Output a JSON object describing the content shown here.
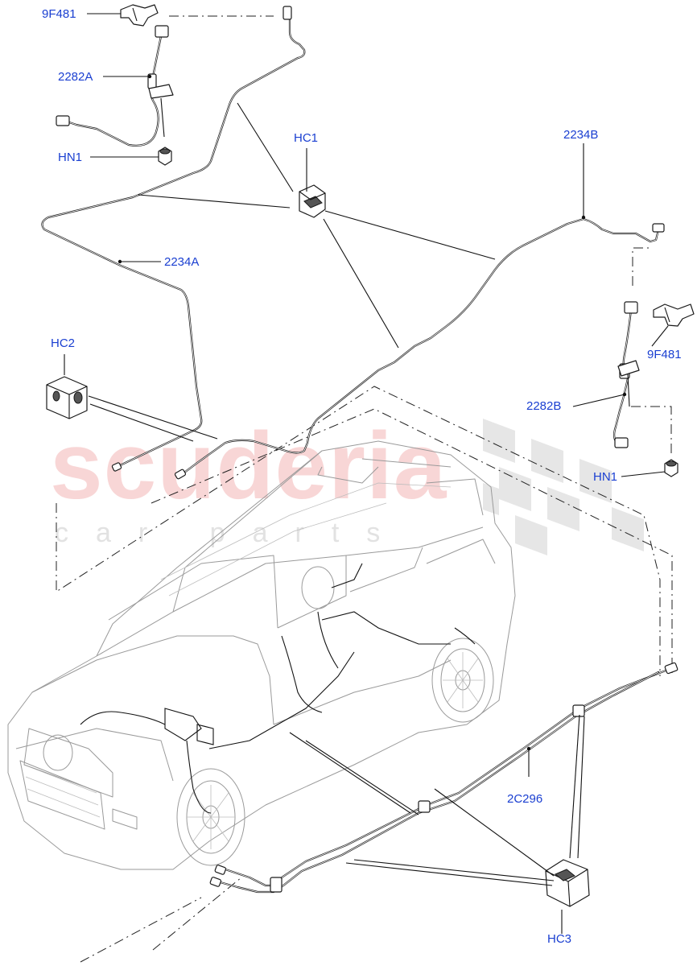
{
  "watermark": {
    "brand": "scuderia",
    "sub": "car parts"
  },
  "labels": {
    "clip_top_left": "9F481",
    "hose_left": "2282A",
    "nut_left": "HN1",
    "clip_hc1": "HC1",
    "pipe_right": "2234B",
    "pipe_left": "2234A",
    "clip_hc2": "HC2",
    "clip_right": "9F481",
    "hose_right": "2282B",
    "nut_right": "HN1",
    "pipe_bottom": "2C296",
    "clip_hc3": "HC3"
  },
  "colors": {
    "label": "#1a3fd1",
    "line": "#1a1a1a",
    "car_outline": "#9a9a9a",
    "watermark_brand": "#f6c9c9",
    "watermark_checker": "#e6e6e6"
  }
}
